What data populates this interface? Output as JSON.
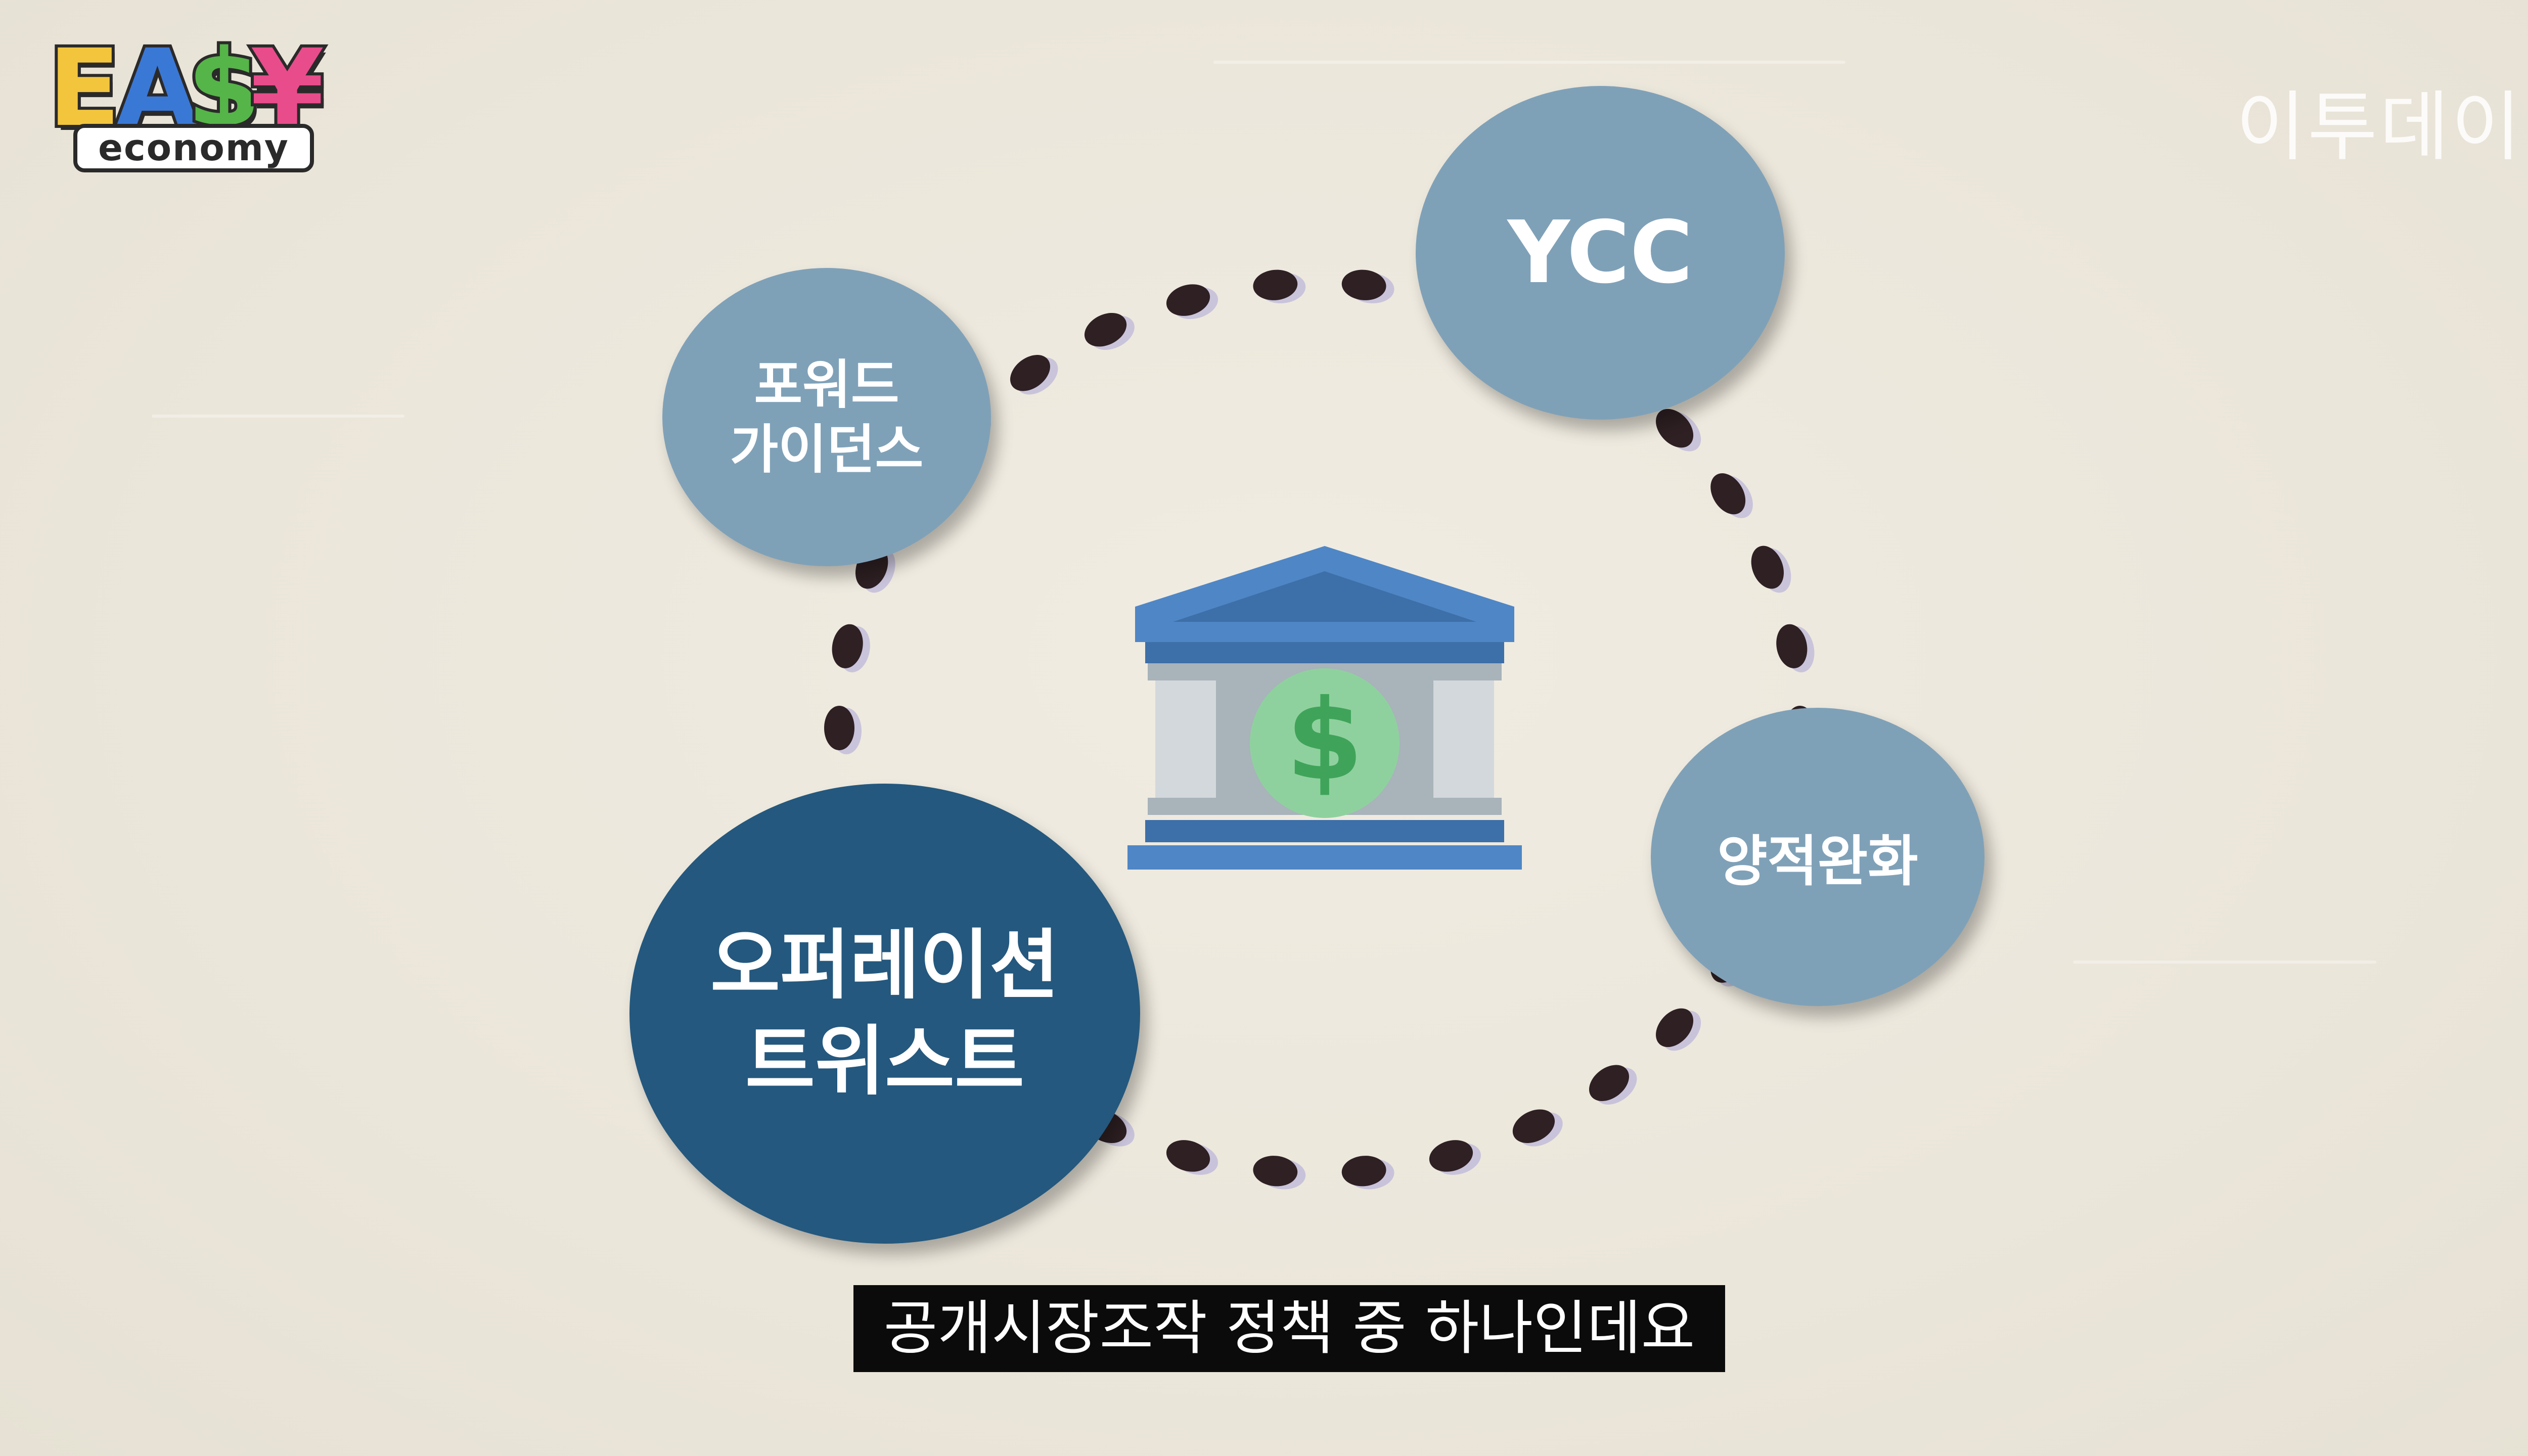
{
  "logo": {
    "letters": [
      "E",
      "A",
      "$",
      "¥"
    ],
    "letter_colors": [
      "#f2c53d",
      "#3a78d6",
      "#55b548",
      "#e94c8b"
    ],
    "sub": "economy"
  },
  "watermark": "이투데이",
  "diagram": {
    "nodes": {
      "forward_guidance": {
        "label": "포워드\n가이던스",
        "color": "#7fa1b8"
      },
      "ycc": {
        "label": "YCC",
        "color": "#7fa1b8"
      },
      "quantitative_easing": {
        "label": "양적완화",
        "color": "#7fa1b8"
      },
      "operation_twist": {
        "label": "오퍼레이션\n트위스트",
        "color": "#24587e"
      }
    },
    "dot_color": "#2e2023",
    "center_icon": "bank-dollar-icon",
    "icon_colors": {
      "roof": "#4f86c6",
      "roof_dark": "#3d6fa8",
      "column": "#d3d8dc",
      "wall": "#a8b3ba",
      "coin": "#8fd19e",
      "dollar": "#3fa45a"
    }
  },
  "subtitle": "공개시장조작 정책 중 하나인데요"
}
